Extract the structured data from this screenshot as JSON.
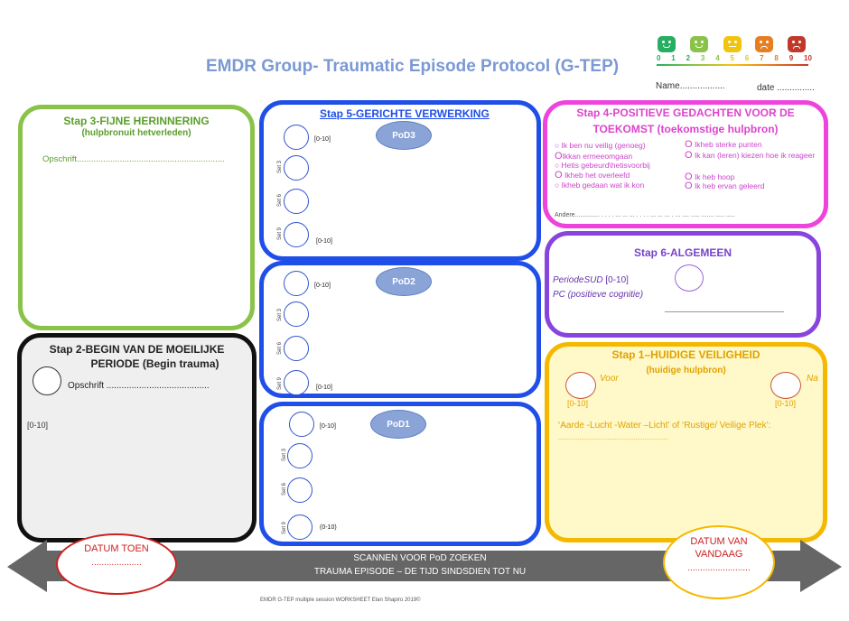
{
  "title": "EMDR Group- Traumatic Episode Protocol (G-TEP)",
  "scale": {
    "numbers": [
      "0",
      "1",
      "2",
      "3",
      "4",
      "5",
      "6",
      "7",
      "8",
      "9",
      "10"
    ],
    "colors": [
      "#27ae60",
      "#8bc34a",
      "#f1c40f",
      "#e67e22",
      "#c0392b"
    ],
    "faces": [
      "smile-icon",
      "slight-smile-icon",
      "neutral-icon",
      "frown-icon",
      "sad-icon"
    ]
  },
  "header": {
    "name_label": "Name",
    "name_dots": "..................",
    "date_label": "date",
    "date_dots": "..............."
  },
  "stap3": {
    "title": "Stap 3-FIJNE HERINNERING",
    "subtitle": "(hulpbronuit hetverleden)",
    "opschrift": "Opschrift.............................................................."
  },
  "stap5": {
    "title": "Stap 5-GERICHTE VERWERKING"
  },
  "pod3": {
    "label": "PoD3",
    "range_top": "[0-10]",
    "set3": "Set 3",
    "set6": "Set 6",
    "set9": "Set 9",
    "range_bottom": "[0-10]"
  },
  "pod2": {
    "label": "PoD2",
    "range_top": "[0-10]",
    "set3": "Set 3",
    "set6": "Set 6",
    "set9": "Set 9",
    "range_bottom": "[0-10]"
  },
  "pod1": {
    "label": "PoD1",
    "range_top": "[0-10]",
    "set3": "Set 3",
    "set6": "Set 6",
    "set9": "Set 9",
    "range_bottom": "(0-10)"
  },
  "stap4": {
    "title_line1": "Stap 4-POSITIEVE GEDACHTEN VOOR DE",
    "title_line2": "TOEKOMST (toekomstige hulpbron)",
    "left_options": [
      "Ik ben nu veilig (genoeg)",
      "Ikkan ermeeomgaan",
      "Hetis gebeurd\\hetisvoorbij",
      "Ikheb het overleefd",
      "Ikheb gedaan wat ik kon"
    ],
    "right_options": [
      "Ikheb sterke punten",
      "Ik kan (leren) kiezen hoe ik reageer",
      "Ik heb hoop",
      "Ik heb ervan geleerd"
    ],
    "andere": "Andere.............. . . . . ... ... ... . . . . ... ... ... . ... .... ..... ....... ..... ....."
  },
  "stap6": {
    "title": "Stap 6-ALGEMEEN",
    "sud_label": "PeriodeSUD",
    "sud_range": "[0-10]",
    "pc": "PC (positieve cognitie)"
  },
  "stap2": {
    "title_line1": "Stap 2-BEGIN VAN DE MOEILIJKE",
    "title_line2": "PERIODE (Begin trauma)",
    "opschrift": "Opschrift .........................................",
    "range": "[0-10]"
  },
  "stap1": {
    "title": "Stap 1–HUIDIGE VEILIGHEID",
    "subtitle": "(huidige hulpbron)",
    "voor": "Voor",
    "na": "Na",
    "range_left": "[0-10]",
    "range_right": "[0-10]",
    "text": "‘Aarde -Lucht -Water –Licht’ of ‘Rustige/ Veilige Plek’:",
    "dots": "..............................................................."
  },
  "footer": {
    "datum_toen": "DATUM TOEN",
    "datum_toen_dots": "....................",
    "arrow_line1": "SCANNEN VOOR PoD ZOEKEN",
    "arrow_line2": "TRAUMA EPISODE – DE TIJD SINDSDIEN TOT NU",
    "datum_van": "DATUM VAN",
    "vandaag": "VANDAAG",
    "datum_van_dots": ".........................",
    "credit": "EMDR G-TEP multiple session WORKSHEET  Elan Shapiro 2019©"
  }
}
